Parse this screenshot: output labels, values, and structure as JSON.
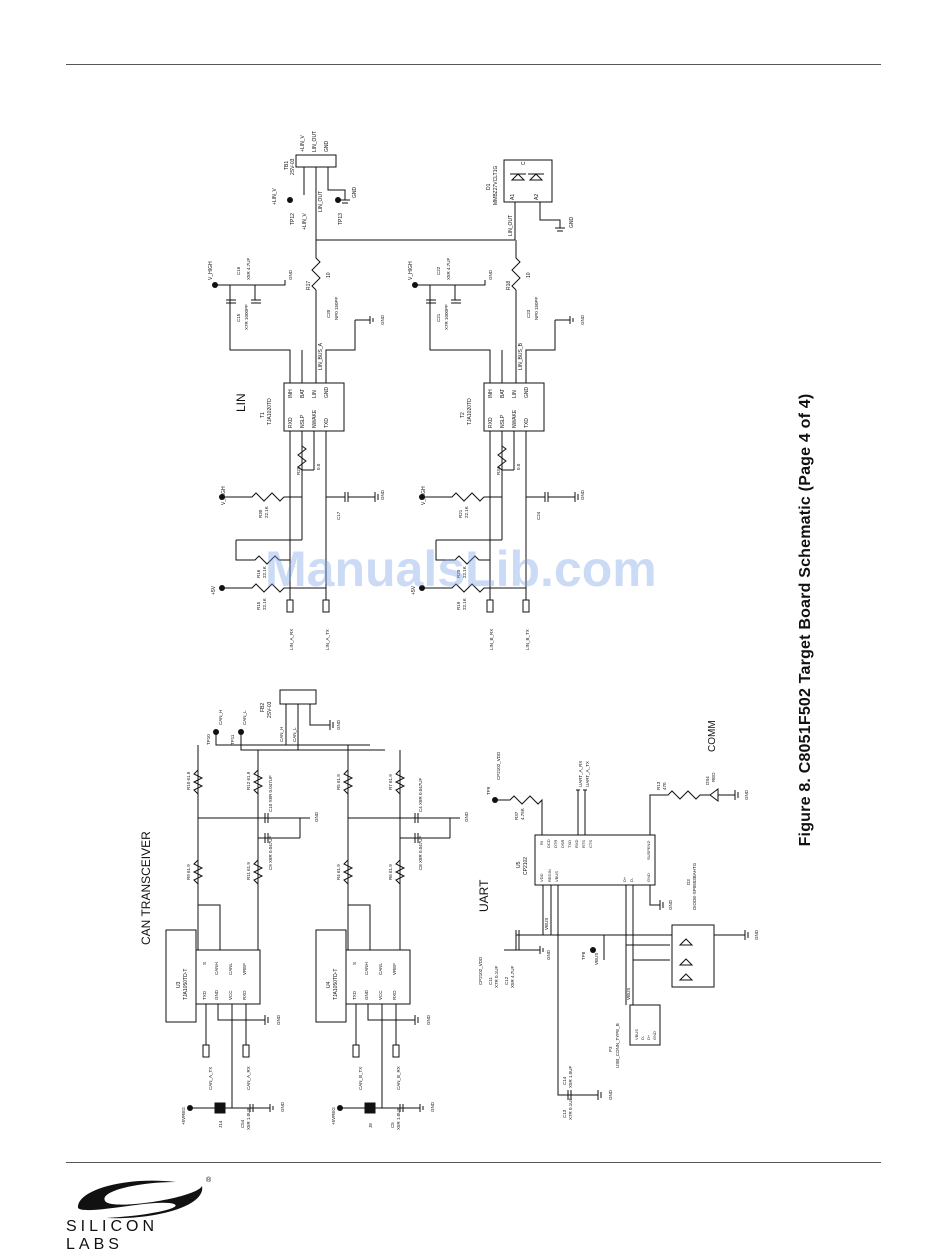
{
  "caption": "Figure 8. C8051F502 Target Board Schematic (Page 4 of 4)",
  "watermark": "ManualsLib.com",
  "logo": {
    "text": "SILICON LABS",
    "mark": "®"
  },
  "sections": {
    "can": "CAN TRANSCEIVER",
    "lin": "LIN",
    "uart": "UART",
    "comm": "COMM"
  },
  "lin_a": {
    "chip_ref": "T1",
    "chip_part": "TJA1020TD",
    "left_pins": [
      "RXD",
      "NSLP",
      "NWAKE",
      "TXD"
    ],
    "right_pins": [
      "INH",
      "BAT",
      "LIN",
      "GND"
    ],
    "inputs": [
      "LIN_A_RX",
      "LIN_A_TX"
    ],
    "vhigh": "V_HIGH",
    "plus5v": "+5V",
    "gnd": "GND",
    "bus": "LIN_BUS_A",
    "r15": "R15",
    "r15v": "22.1K",
    "r16": "R16",
    "r16v": "22.1K",
    "r30": "R30",
    "r30v": "22.1K",
    "r29": "R29",
    "r29v": "0.0",
    "c17": "C17",
    "c17v": "X7R 0.1UF",
    "c15": "C15",
    "c15v": "X7R 1000PF",
    "c16": "C16",
    "c16v": "X5R 4.7UF",
    "c20": "C20",
    "c20v": "NP0 150PF",
    "r17": "R17",
    "r17v": "10"
  },
  "lin_b": {
    "chip_ref": "T2",
    "chip_part": "TJA1020TD",
    "left_pins": [
      "RXD",
      "NSLP",
      "NWAKE",
      "TXD"
    ],
    "right_pins": [
      "INH",
      "BAT",
      "LIN",
      "GND"
    ],
    "inputs": [
      "LIN_B_RX",
      "LIN_B_TX"
    ],
    "vhigh": "V_HIGH",
    "plus5v": "+5V",
    "gnd": "GND",
    "bus": "LIN_BUS_B",
    "r19": "R19",
    "r19v": "22.1K",
    "r20": "R20",
    "r20v": "22.1K",
    "r21": "R21",
    "r21v": "22.1K",
    "r34": "R34",
    "r34v": "0.0",
    "c24": "C24",
    "c24v": "X7R 0.1UF",
    "c21": "C21",
    "c21v": "X7R 1000PF",
    "c22": "C22",
    "c22v": "X5R 4.7UF",
    "c23": "C23",
    "c23v": "NP0 150PF",
    "r18": "R18",
    "r18v": "10"
  },
  "lin_top": {
    "tb1": "TB1",
    "tb1_part": "2SV-03",
    "tb1_pins": [
      "+LIN_V",
      "LIN_OUT",
      "GND"
    ],
    "tp12": "TP12",
    "tp13": "TP13",
    "linv": "+LIN_V",
    "linout": "LIN_OUT",
    "d1": "D1",
    "d1_part": "MMBZ27VCLT1G",
    "d1_pins": [
      "A1",
      "A2",
      "C"
    ],
    "gnd": "GND"
  },
  "can": {
    "u3": "U3",
    "u3_part": "TJA1050TD-T",
    "u4": "U4",
    "u4_part": "TJA1050TD-T",
    "left_pins": [
      "TXD",
      "GND",
      "VCC",
      "RXD"
    ],
    "right_pins": [
      "S",
      "CANH",
      "CANL",
      "VREF"
    ],
    "can_a_tx": "CAN_A_TX",
    "can_a_rx": "CAN_A_RX",
    "can_b_tx": "CAN_B_TX",
    "can_b_rx": "CAN_B_RX",
    "j14": "J14",
    "j8": "J8",
    "vreg": "+5VREG",
    "c54": "C54",
    "c54v": "X5R 1.0UF",
    "c5": "C5",
    "c5v": "X5R 1.0UF",
    "fb2": "FB2",
    "fb2_part": "2SV-03",
    "can_h": "CAN_H",
    "can_l": "CAN_L",
    "tp10": "TP10",
    "tp11": "TP11",
    "r_vals": [
      "R10 61.9",
      "R12 61.9",
      "R9 61.9",
      "R11 61.9",
      "R5 61.9",
      "R7 61.9",
      "R4 61.9",
      "R6 61.9"
    ],
    "c_vals": [
      "C10 X8R 0.047UF",
      "C9 X8R 0.047UF",
      "C4 X8R 0.047UF",
      "C8 X8R 0.047UF"
    ],
    "gnd": "GND"
  },
  "uart": {
    "u5": "U5",
    "u5_part": "CP2102",
    "tp9": "TP9",
    "cpvdd": "CP2102_VDD",
    "r37": "R37",
    "r37v": "4.75K",
    "rx": "UART_A_RX",
    "tx": "UART_A_TX",
    "c12": "C12",
    "c12v": "X5R 4.7UF",
    "c11": "C11",
    "c11v": "X7R 0.1UF",
    "tp8": "TP8",
    "vbus": "VBUS",
    "d3": "D3",
    "d3_part": "DIODE-SP0503BAHTG",
    "p3": "P3",
    "p3_part": "USB_CONN_TYPE_B",
    "p3_pins": [
      "VBUS",
      "D-",
      "D+",
      "GND"
    ],
    "c13": "C13",
    "c13v": "X7R 0.1UF",
    "c14": "C14",
    "c14v": "X5R 1.0UF",
    "r13": "R13",
    "r13v": "470",
    "ds4": "DS4",
    "ds4v": "RED",
    "pins_left": [
      "VDD",
      "REGIN",
      "VBUS",
      "D+",
      "D-",
      "GND"
    ],
    "pins_right": [
      "RI",
      "DCD",
      "DTR",
      "DSR",
      "TXD",
      "RXD",
      "RTS",
      "CTS",
      "SUSPEND"
    ],
    "gnd": "GND"
  }
}
